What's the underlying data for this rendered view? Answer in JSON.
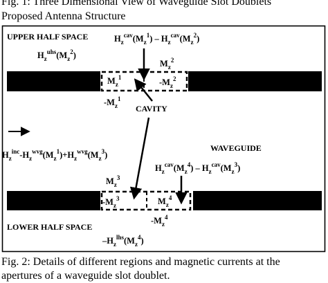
{
  "caption_top": {
    "line1": "Fig. 1: Three Dimensional View of Waveguide Slot Doublets",
    "line2": "Proposed Antenna Structure"
  },
  "labels": {
    "upper_half_space": "UPPER HALF SPACE",
    "lower_half_space": "LOWER HALF SPACE",
    "cavity": "CAVITY",
    "waveguide": "WAVEGUIDE"
  },
  "caption_bottom": {
    "line1": "Fig. 2: Details of different regions and magnetic currents at the",
    "line2": "apertures of a waveguide slot doublet."
  }
}
